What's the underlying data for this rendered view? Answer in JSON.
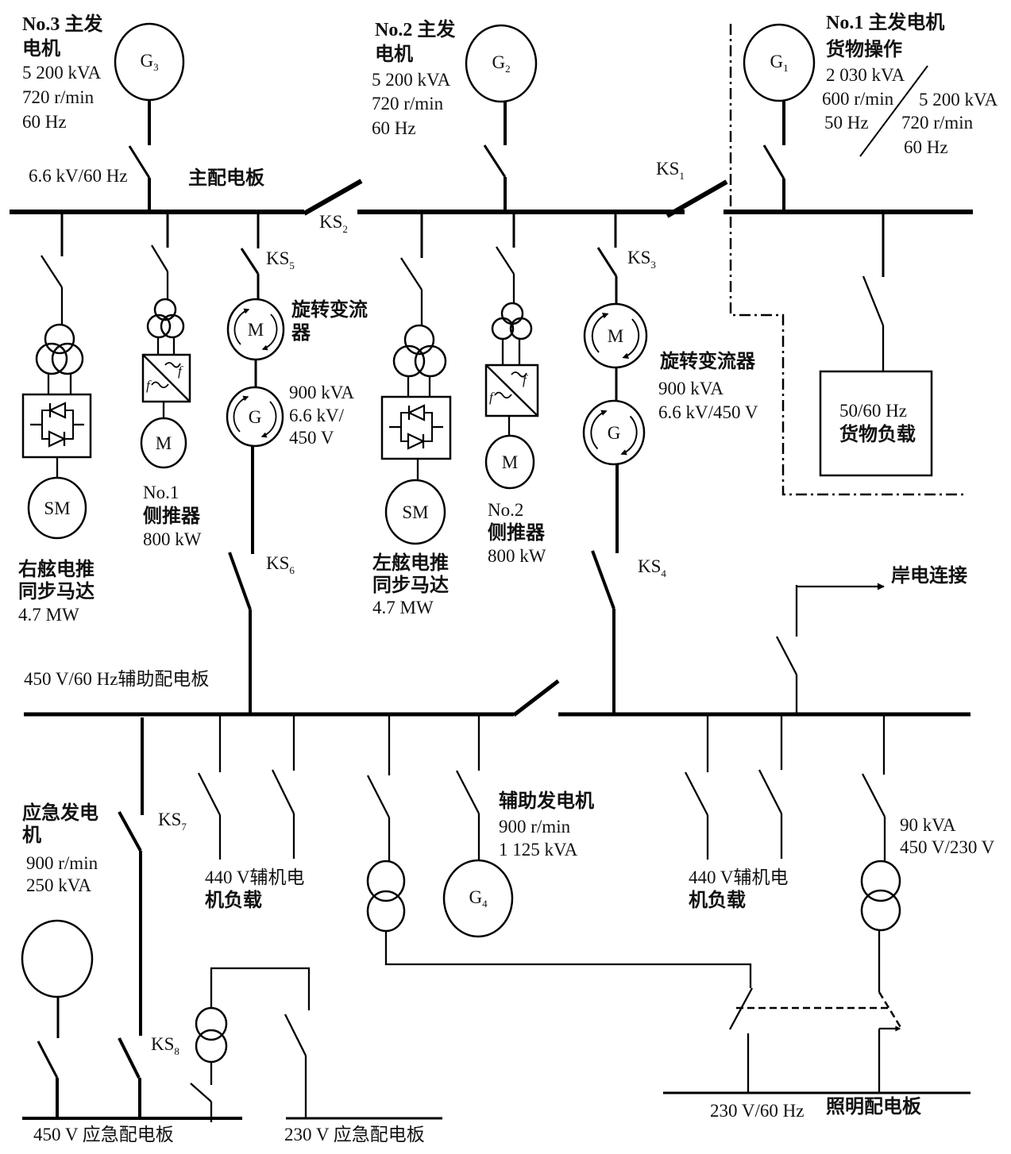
{
  "colors": {
    "line": "#000000",
    "background": "#ffffff"
  },
  "main_switchboard": {
    "label": "主配电板",
    "rating": "6.6 kV/60 Hz"
  },
  "generators": {
    "g3": {
      "symbol": "G",
      "sub": "3",
      "name": [
        "No.3  主发",
        "电机"
      ],
      "ratings": [
        "5 200 kVA",
        "720 r/min",
        "60 Hz"
      ]
    },
    "g2": {
      "symbol": "G",
      "sub": "2",
      "name": [
        "No.2  主发",
        "电机"
      ],
      "ratings": [
        "5 200 kVA",
        "720 r/min",
        "60 Hz"
      ]
    },
    "g1": {
      "symbol": "G",
      "sub": "1",
      "name": [
        "No.1 主发电机",
        "货物操作"
      ],
      "ratings_50hz": [
        "2 030 kVA",
        "600 r/min",
        "50 Hz"
      ],
      "ratings_60hz": [
        "5 200 kVA",
        "720 r/min",
        "60 Hz"
      ]
    },
    "g4": {
      "symbol": "G",
      "sub": "4",
      "name": [
        "辅助发电机"
      ],
      "ratings": [
        "900 r/min",
        "1 125 kVA"
      ]
    },
    "emergency": {
      "name": [
        "应急发电",
        "机"
      ],
      "ratings": [
        "900 r/min",
        "250 kVA"
      ]
    }
  },
  "breakers": {
    "ks1": {
      "base": "KS",
      "sub": "1"
    },
    "ks2": {
      "base": "KS",
      "sub": "2"
    },
    "ks3": {
      "base": "KS",
      "sub": "3"
    },
    "ks4": {
      "base": "KS",
      "sub": "4"
    },
    "ks5": {
      "base": "KS",
      "sub": "5"
    },
    "ks6": {
      "base": "KS",
      "sub": "6"
    },
    "ks7": {
      "base": "KS",
      "sub": "7"
    },
    "ks8": {
      "base": "KS",
      "sub": "8"
    }
  },
  "propulsion_motors": {
    "starboard": {
      "symbol": "SM",
      "lines": [
        "右舷电推",
        "同步马达",
        "4.7 MW"
      ]
    },
    "port": {
      "symbol": "SM",
      "lines": [
        "左舷电推",
        "同步马达",
        "4.7 MW"
      ]
    }
  },
  "bow_thrusters": {
    "no1": {
      "symbol": "M",
      "freq_symbol": "f",
      "lines": [
        "No.1",
        "侧推器",
        "800 kW"
      ]
    },
    "no2": {
      "symbol": "M",
      "freq_symbol": "f",
      "lines": [
        "No.2",
        "侧推器",
        "800 kW"
      ]
    }
  },
  "rotary_converters": {
    "left": {
      "motor": "M",
      "generator": "G",
      "lines": [
        "旋转变流",
        "器"
      ],
      "ratings": [
        "900 kVA",
        "6.6 kV/",
        "450 V"
      ]
    },
    "right": {
      "motor": "M",
      "generator": "G",
      "lines": [
        "旋转变流器"
      ],
      "ratings": [
        "900 kVA",
        "6.6 kV/450 V"
      ]
    }
  },
  "cargo_load": {
    "lines": [
      "50/60 Hz",
      "货物负载"
    ]
  },
  "aux_switchboard": {
    "label": "450 V/60 Hz辅助配电板"
  },
  "shore_connection": {
    "label": "岸电连接"
  },
  "aux_motor_loads": {
    "left": [
      "440 V辅机电",
      "机负载"
    ],
    "right": [
      "440 V辅机电",
      "机负载"
    ]
  },
  "lighting_transformer": {
    "ratings": [
      "90 kVA",
      "450 V/230 V"
    ]
  },
  "lighting_switchboard": {
    "rating": "230 V/60 Hz",
    "label": "照明配电板"
  },
  "emergency_switchboards": {
    "v450": "450 V 应急配电板",
    "v230": "230 V 应急配电板"
  }
}
